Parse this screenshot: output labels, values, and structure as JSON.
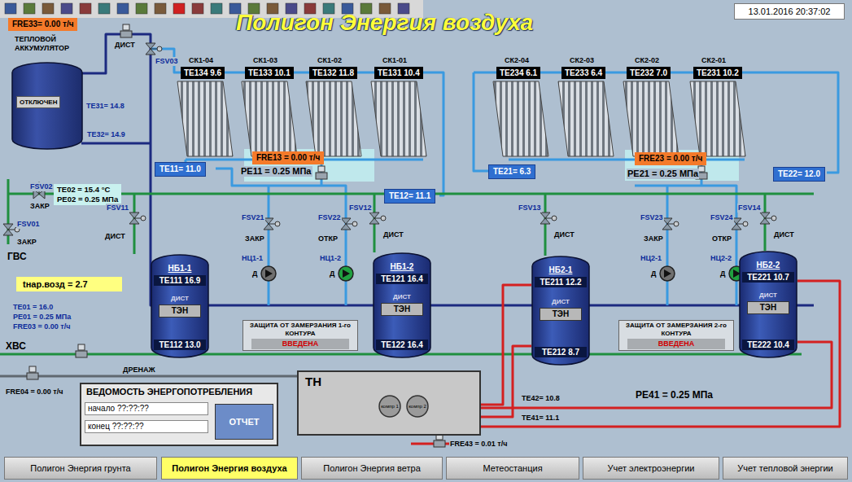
{
  "diagram": {
    "title": "Полигон Энергия воздуха",
    "nodes": [
      {
        "text": [
          "FRE33= 0.00 т/ч"
        ]
      },
      {
        "text": [
          "13.01.2016 20:37:02"
        ]
      },
      {
        "text": [
          "ТЕПЛОВОЙ АККУМУЛЯТОР"
        ]
      },
      {
        "text": [
          "ОТКЛЮЧЕН"
        ],
        "in": 2
      },
      {
        "text": [
          "СК1-04",
          "TE134 9.6"
        ]
      },
      {
        "text": [
          "СК1-03",
          "TE133 10.1"
        ]
      },
      {
        "text": [
          "СК1-02",
          "TE132 11.8"
        ]
      },
      {
        "text": [
          "СК1-01",
          "TE131 10.4"
        ]
      },
      {
        "text": [
          "СК2-04",
          "TE234 6.1"
        ]
      },
      {
        "text": [
          "СК2-03",
          "TE233 6.4"
        ]
      },
      {
        "text": [
          "СК2-02",
          "TE232 7.0"
        ]
      },
      {
        "text": [
          "СК2-01",
          "TE231 10.2"
        ]
      },
      {
        "text": [
          "FRE13 = 0.00 т/ч"
        ]
      },
      {
        "text": [
          "FRE23 = 0.00 т/ч"
        ]
      },
      {
        "text": [
          "TE11= 11.0"
        ]
      },
      {
        "text": [
          "TE12= 11.1"
        ]
      },
      {
        "text": [
          "TE21= 6.3"
        ]
      },
      {
        "text": [
          "TE22= 12.0"
        ]
      },
      {
        "text": [
          "TE02 = 15.4 °C",
          "PE02 = 0.25 МПа"
        ]
      },
      {
        "text": [
          "tнар.возд = 2.7"
        ]
      },
      {
        "text": [
          "НБ1-1",
          "TE111 16.9",
          "TE112 13.0"
        ]
      },
      {
        "text": [
          "ДИСТ",
          "ТЭН"
        ],
        "in": 20
      },
      {
        "text": [
          "НБ1-2",
          "TE121 16.4",
          "TE122 16.4"
        ]
      },
      {
        "text": [
          "ДИСТ",
          "ТЭН"
        ],
        "in": 22
      },
      {
        "text": [
          "НБ2-1",
          "TE211 12.2",
          "TE212 8.7"
        ]
      },
      {
        "text": [
          "ДИСТ",
          "ТЭН"
        ],
        "in": 24
      },
      {
        "text": [
          "НБ2-2",
          "TE221 10.7",
          "TE222 10.4"
        ]
      },
      {
        "text": [
          "ДИСТ",
          "ТЭН"
        ],
        "in": 26
      },
      {
        "text": [
          "ЗАЩИТА ОТ ЗАМЕРЗАНИЯ 1-го КОНТУРА"
        ]
      },
      {
        "text": [
          "ВВЕДЕНА"
        ],
        "in": 28
      },
      {
        "text": [
          "ЗАЩИТА ОТ ЗАМЕРЗАНИЯ 2-го КОНТУРА"
        ]
      },
      {
        "text": [
          "ВВЕДЕНА"
        ],
        "in": 30
      },
      {
        "text": [
          "ВЕДОМОСТЬ ЭНЕРГОПОТРЕБЛЕНИЯ"
        ]
      },
      {
        "text": [
          "начало ??:??:??"
        ],
        "in": 32
      },
      {
        "text": [
          "конец ??:??:??"
        ],
        "in": 32
      },
      {
        "text": [
          "ОТЧЕТ"
        ],
        "in": 32
      },
      {
        "text": [
          "ТН"
        ]
      },
      {
        "text": [
          "компр 1"
        ],
        "in": 36
      },
      {
        "text": [
          "компр 2"
        ],
        "in": 36
      },
      {
        "text": [
          "Полигон Энергия грунта"
        ]
      },
      {
        "text": [
          "Полигон Энергия воздуха"
        ]
      },
      {
        "text": [
          "Полигон Энергия ветра"
        ]
      },
      {
        "text": [
          "Метеостанция"
        ]
      },
      {
        "text": [
          "Учет электроэнергии"
        ]
      },
      {
        "text": [
          "Учет тепловой энергии"
        ]
      }
    ],
    "edges": [
      {
        "from": 36,
        "to": 24,
        "arrow": "none"
      },
      {
        "from": 36,
        "to": 26,
        "arrow": "none"
      },
      {
        "from": 36,
        "to": 24,
        "arrow": "none"
      },
      {
        "from": 36,
        "to": 26,
        "arrow": "none"
      }
    ],
    "labels": [
      "ДИСТ",
      "FSV03",
      "TE31= 14.8",
      "TE32= 14.9",
      "PE11 = 0.25 МПа",
      "PE21 = 0.25 МПа",
      "FSV02",
      "ЗАКР",
      "FSV01",
      "ЗАКР",
      "ГВС",
      "FSV11",
      "ДИСТ",
      "FSV21",
      "ЗАКР",
      "НЦ1-1",
      "Д",
      "FSV22",
      "ОТКР",
      "НЦ1-2",
      "Д",
      "FSV12",
      "ДИСТ",
      "FSV13",
      "ДИСТ",
      "FSV23",
      "ЗАКР",
      "НЦ2-1",
      "Д",
      "FSV24",
      "ОТКР",
      "НЦ2-2",
      "Д",
      "FSV14",
      "ДИСТ",
      "TE01 = 16.0",
      "PE01 = 0.25 МПа",
      "FRE03 = 0.00 т/ч",
      "ХВС",
      "ДРЕНАЖ",
      "FRE04 = 0.00 т/ч",
      "FRE43 = 0.01 т/ч",
      "TE42= 10.8",
      "TE41= 11.1",
      "PE41 = 0.25 МПа"
    ]
  }
}
